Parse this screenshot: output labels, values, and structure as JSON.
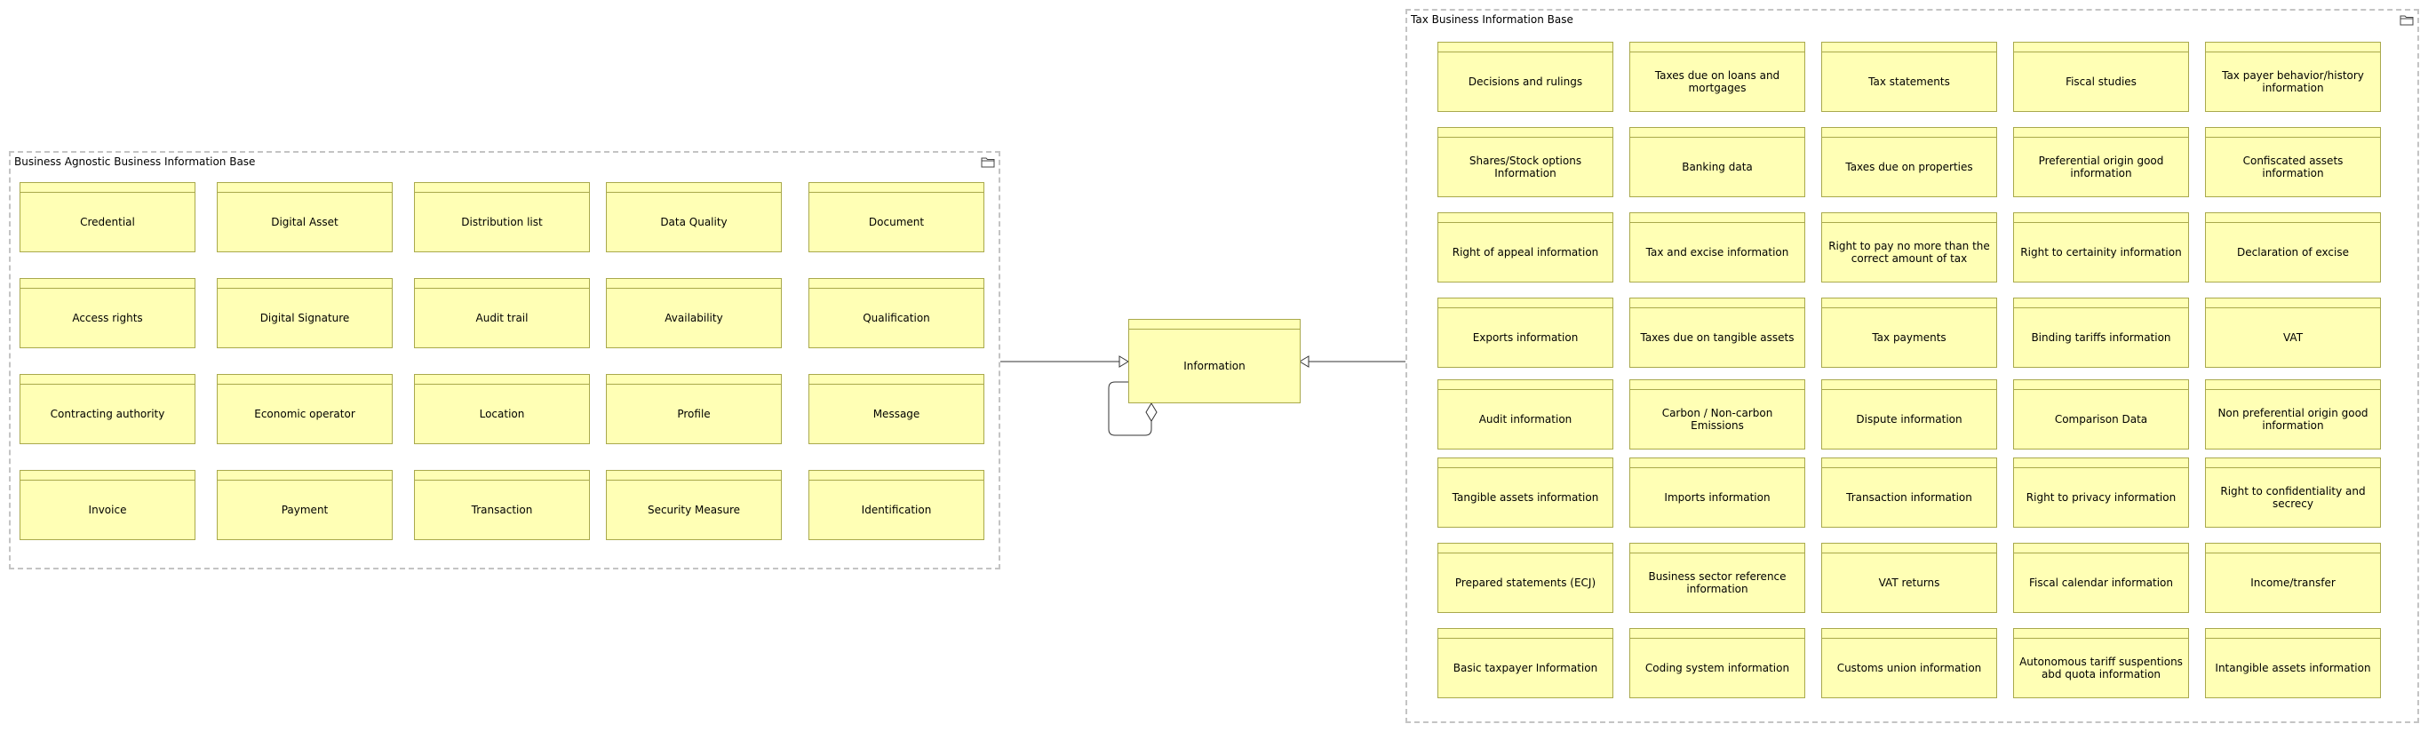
{
  "left_group": {
    "title": "Business Agnostic Business Information Base",
    "icon": "folder-icon",
    "rows": [
      [
        "Credential",
        "Digital Asset",
        "Distribution list",
        "Data Quality",
        "Document"
      ],
      [
        "Access rights",
        "Digital Signature",
        "Audit trail",
        "Availability",
        "Qualification"
      ],
      [
        "Contracting authority",
        "Economic operator",
        "Location",
        "Profile",
        "Message"
      ],
      [
        "Invoice",
        "Payment",
        "Transaction",
        "Security Measure",
        "Identification"
      ]
    ]
  },
  "center": {
    "label": "Information"
  },
  "right_group": {
    "title": "Tax Business Information Base",
    "icon": "folder-icon",
    "rows": [
      [
        "Decisions and rulings",
        "Taxes due on loans and mortgages",
        "Tax statements",
        "Fiscal studies",
        "Tax payer behavior/history information"
      ],
      [
        "Shares/Stock options Information",
        "Banking data",
        "Taxes due on properties",
        "Preferential origin good information",
        "Confiscated assets information"
      ],
      [
        "Right of appeal information",
        "Tax and excise information",
        "Right to pay no more than the correct amount of tax",
        "Right to certainity information",
        "Declaration of excise"
      ],
      [
        "Exports information",
        "Taxes due on tangible assets",
        "Tax payments",
        "Binding tariffs information",
        "VAT"
      ],
      [
        "Audit information",
        "Carbon / Non-carbon Emissions",
        "Dispute information",
        "Comparison Data",
        "Non preferential origin good information"
      ],
      [
        "Tangible assets information",
        "Imports information",
        "Transaction information",
        "Right to privacy information",
        "Right to confidentiality and secrecy"
      ],
      [
        "Prepared statements (ECJ)",
        "Business sector reference information",
        "VAT returns",
        "Fiscal calendar information",
        "Income/transfer"
      ],
      [
        "Basic taxpayer Information",
        "Coding system information",
        "Customs union information",
        "Autonomous tariff suspentions abd quota information",
        "Intangible assets information"
      ]
    ]
  }
}
